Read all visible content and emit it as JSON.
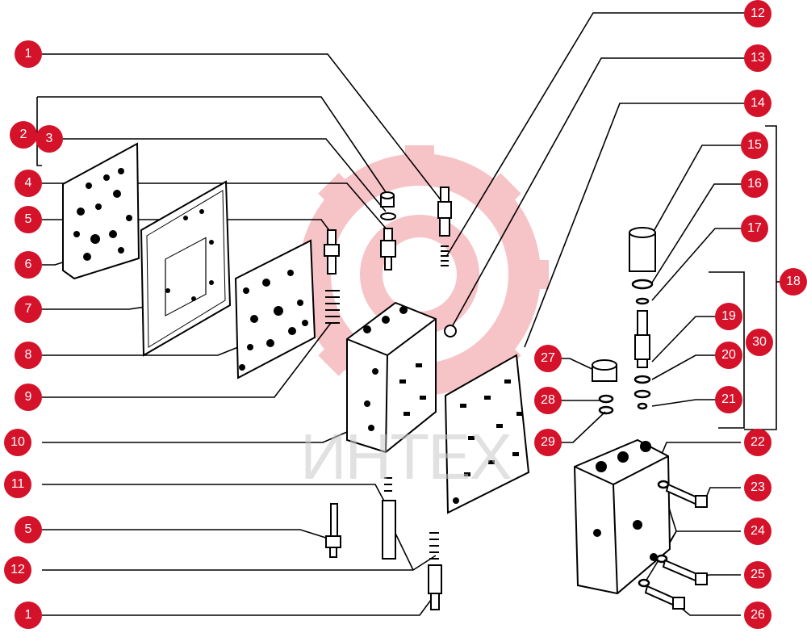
{
  "diagram": {
    "watermark": {
      "text": "ИНТЕХ",
      "gear_color": "#e8555e",
      "text_color": "#c9c9c9"
    },
    "callout_color": "#d4122a",
    "callouts": [
      {
        "id": "c1a",
        "label": "1"
      },
      {
        "id": "c2",
        "label": "2"
      },
      {
        "id": "c3",
        "label": "3"
      },
      {
        "id": "c4",
        "label": "4"
      },
      {
        "id": "c5a",
        "label": "5"
      },
      {
        "id": "c6",
        "label": "6"
      },
      {
        "id": "c7",
        "label": "7"
      },
      {
        "id": "c8",
        "label": "8"
      },
      {
        "id": "c9",
        "label": "9"
      },
      {
        "id": "c10",
        "label": "10"
      },
      {
        "id": "c11",
        "label": "11"
      },
      {
        "id": "c5b",
        "label": "5"
      },
      {
        "id": "c12b",
        "label": "12"
      },
      {
        "id": "c1b",
        "label": "1"
      },
      {
        "id": "c12a",
        "label": "12"
      },
      {
        "id": "c13",
        "label": "13"
      },
      {
        "id": "c14",
        "label": "14"
      },
      {
        "id": "c15",
        "label": "15"
      },
      {
        "id": "c16",
        "label": "16"
      },
      {
        "id": "c17",
        "label": "17"
      },
      {
        "id": "c18",
        "label": "18"
      },
      {
        "id": "c19",
        "label": "19"
      },
      {
        "id": "c30",
        "label": "30"
      },
      {
        "id": "c20",
        "label": "20"
      },
      {
        "id": "c21",
        "label": "21"
      },
      {
        "id": "c27",
        "label": "27"
      },
      {
        "id": "c28",
        "label": "28"
      },
      {
        "id": "c29",
        "label": "29"
      },
      {
        "id": "c22",
        "label": "22"
      },
      {
        "id": "c23",
        "label": "23"
      },
      {
        "id": "c24",
        "label": "24"
      },
      {
        "id": "c25",
        "label": "25"
      },
      {
        "id": "c26",
        "label": "26"
      }
    ]
  }
}
